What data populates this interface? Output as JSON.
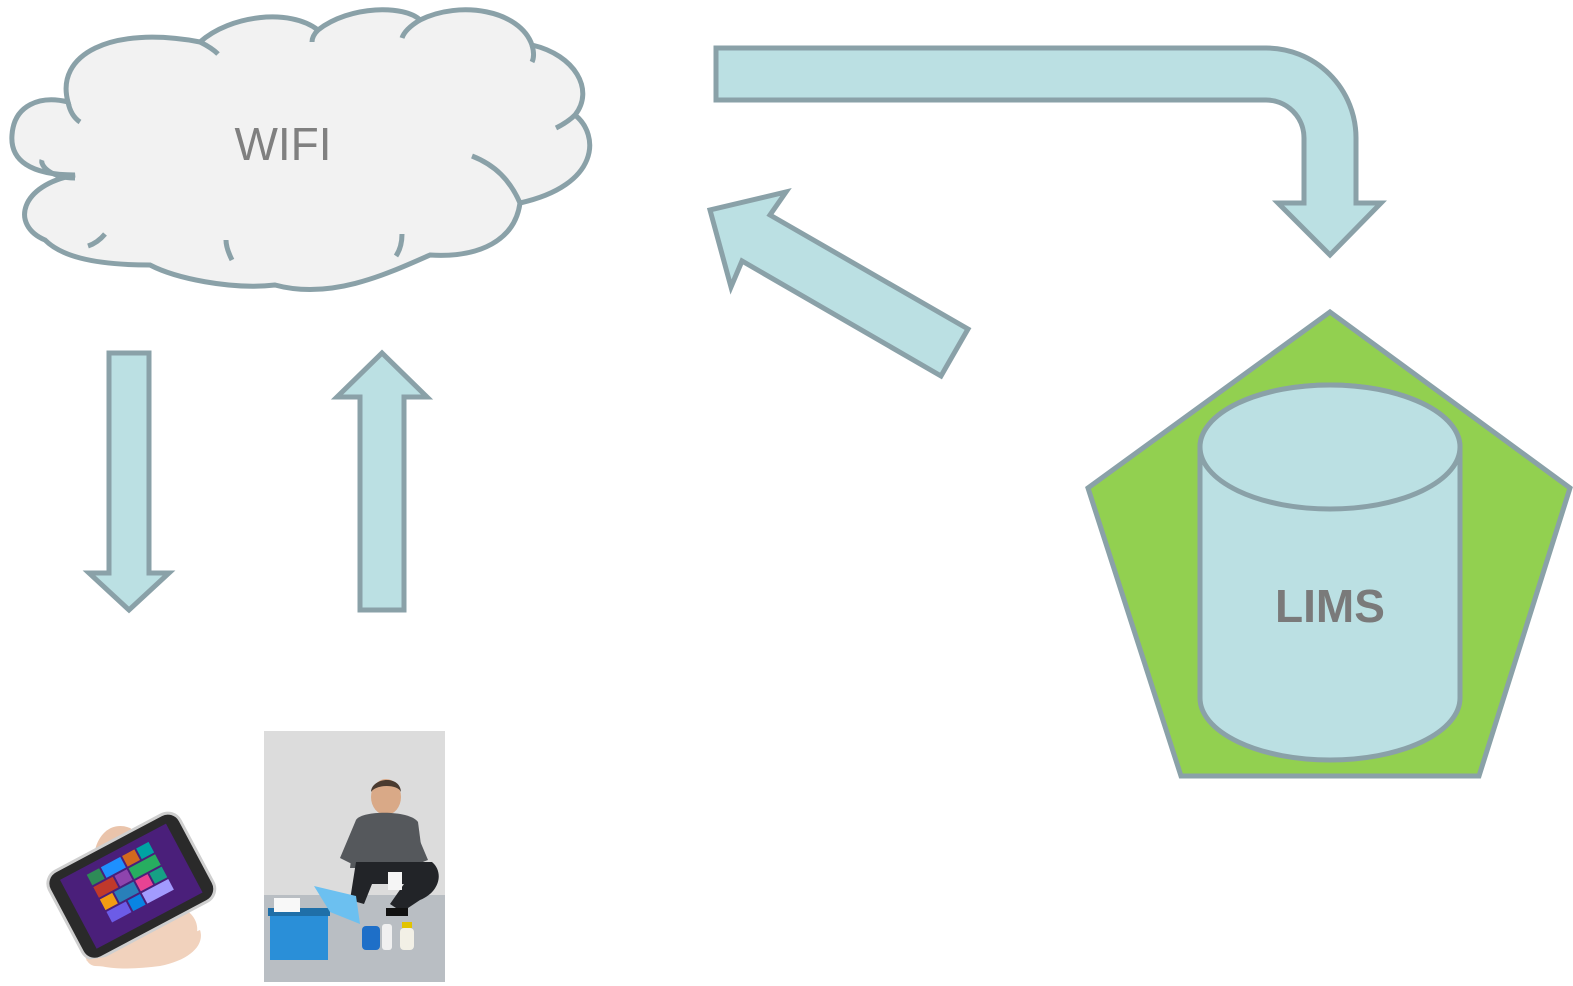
{
  "nodes": {
    "cloud": {
      "label": "WIFI"
    },
    "database": {
      "label": "LIMS"
    }
  },
  "colors": {
    "cloud_fill": "#f2f2f2",
    "arrow_fill": "#bbe0e3",
    "outline": "#8aa1a8",
    "pentagon_fill": "#92d050",
    "label_text": "#808080"
  },
  "images": {
    "tablet": "tablet-in-hand-photo",
    "technician": "field-technician-with-sampling-kit-photo"
  }
}
